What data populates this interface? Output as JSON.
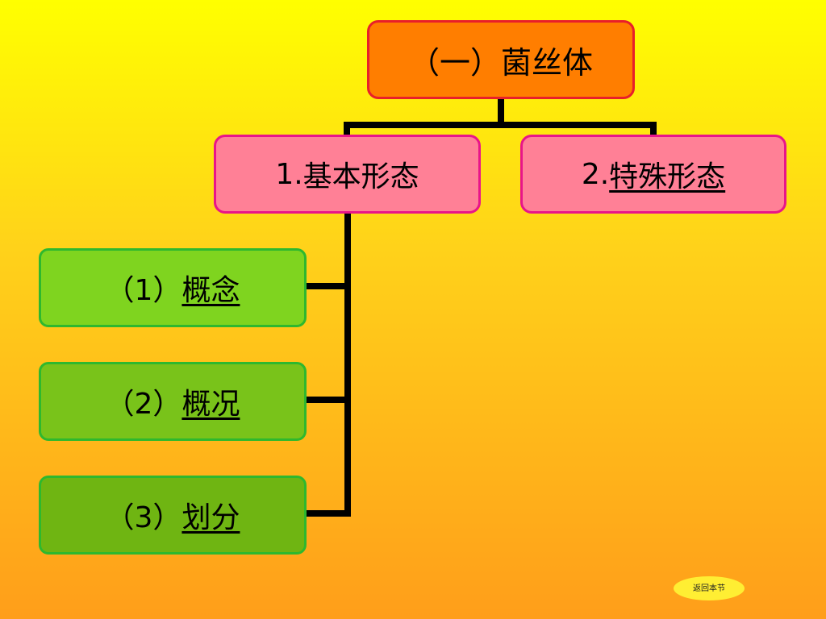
{
  "root": {
    "label": "（一）菌丝体"
  },
  "level1": [
    {
      "prefix": "1.",
      "label": "基本形态"
    },
    {
      "prefix": "2.",
      "label": "特殊形态"
    }
  ],
  "level2": [
    {
      "prefix": "（1）",
      "label": "概念"
    },
    {
      "prefix": "（2）",
      "label": "概况"
    },
    {
      "prefix": "（3）",
      "label": "划分"
    }
  ],
  "back_button": {
    "label": "返回本节"
  },
  "colors": {
    "root_fill": "#ff7e00",
    "root_border": "#e81f2a",
    "level1_fill": "#ff8096",
    "level1_border": "#e8158a",
    "level2_fill": "#7fd41f",
    "level2_border": "#2eb82e",
    "connector": "#000000"
  }
}
